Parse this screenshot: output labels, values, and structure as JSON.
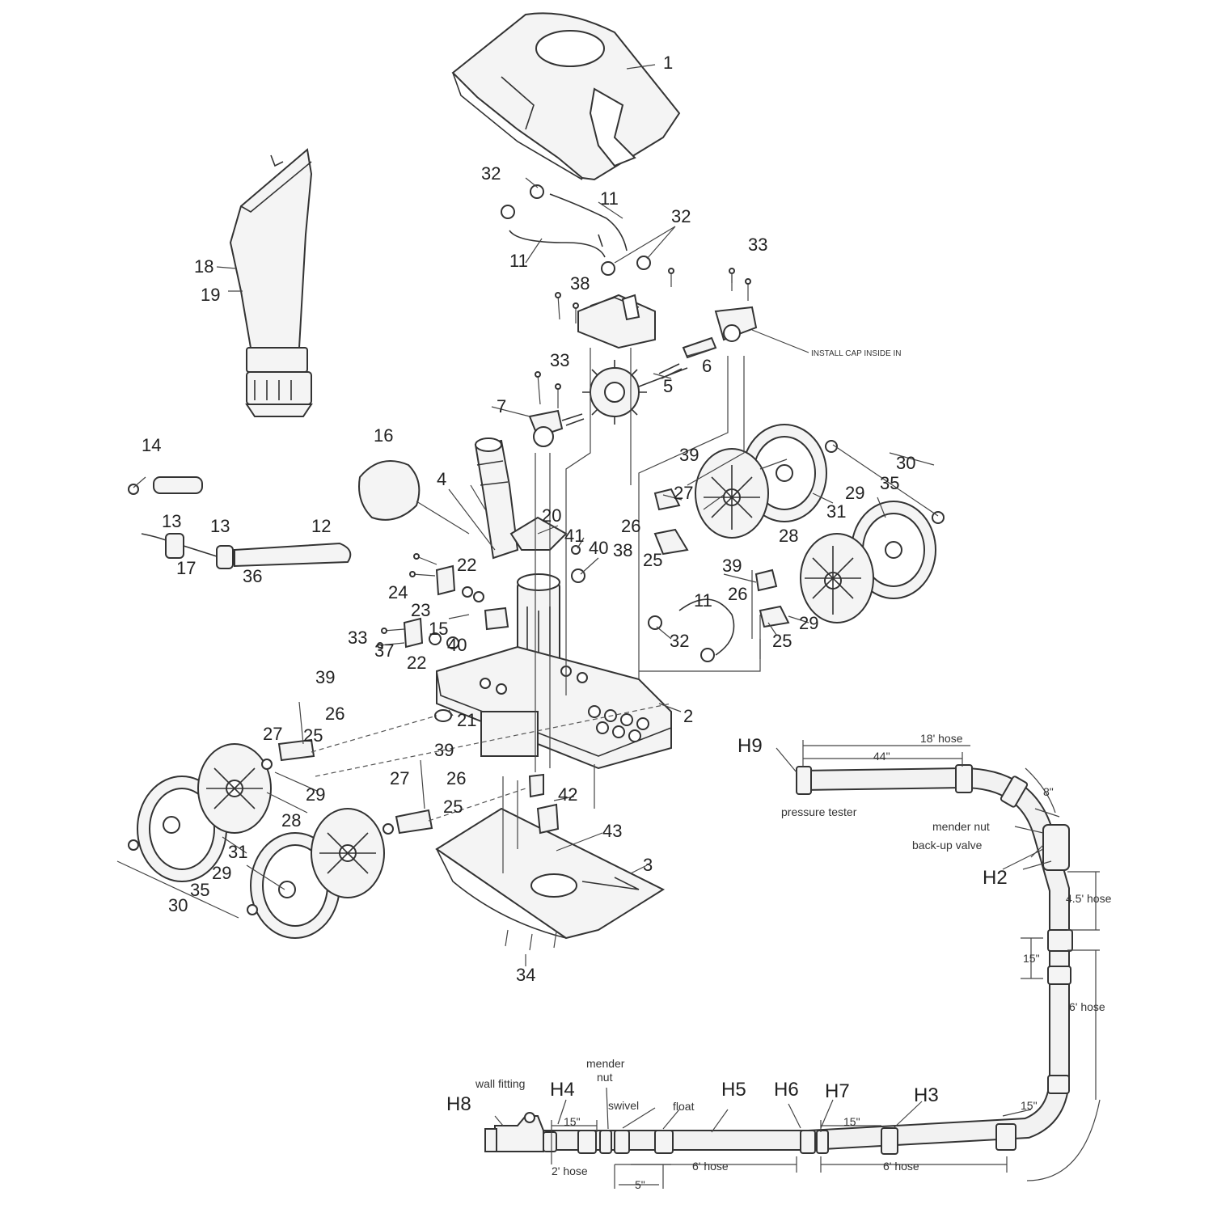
{
  "part_labels": [
    {
      "id": "p1",
      "text": "1"
    },
    {
      "id": "p2",
      "text": "2"
    },
    {
      "id": "p3",
      "text": "3"
    },
    {
      "id": "p4",
      "text": "4"
    },
    {
      "id": "p5",
      "text": "5"
    },
    {
      "id": "p6",
      "text": "6"
    },
    {
      "id": "p7",
      "text": "7"
    },
    {
      "id": "p11a",
      "text": "11"
    },
    {
      "id": "p11b",
      "text": "11"
    },
    {
      "id": "p11c",
      "text": "11"
    },
    {
      "id": "p12",
      "text": "12"
    },
    {
      "id": "p13a",
      "text": "13"
    },
    {
      "id": "p13b",
      "text": "13"
    },
    {
      "id": "p14",
      "text": "14"
    },
    {
      "id": "p15",
      "text": "15"
    },
    {
      "id": "p16",
      "text": "16"
    },
    {
      "id": "p17",
      "text": "17"
    },
    {
      "id": "p18",
      "text": "18"
    },
    {
      "id": "p19",
      "text": "19"
    },
    {
      "id": "p20",
      "text": "20"
    },
    {
      "id": "p21",
      "text": "21"
    },
    {
      "id": "p22a",
      "text": "22"
    },
    {
      "id": "p22b",
      "text": "22"
    },
    {
      "id": "p23",
      "text": "23"
    },
    {
      "id": "p24",
      "text": "24"
    },
    {
      "id": "p25a",
      "text": "25"
    },
    {
      "id": "p25b",
      "text": "25"
    },
    {
      "id": "p25c",
      "text": "25"
    },
    {
      "id": "p25d",
      "text": "25"
    },
    {
      "id": "p26a",
      "text": "26"
    },
    {
      "id": "p26b",
      "text": "26"
    },
    {
      "id": "p26c",
      "text": "26"
    },
    {
      "id": "p26d",
      "text": "26"
    },
    {
      "id": "p27a",
      "text": "27"
    },
    {
      "id": "p27b",
      "text": "27"
    },
    {
      "id": "p27c",
      "text": "27"
    },
    {
      "id": "p28a",
      "text": "28"
    },
    {
      "id": "p28b",
      "text": "28"
    },
    {
      "id": "p29a",
      "text": "29"
    },
    {
      "id": "p29b",
      "text": "29"
    },
    {
      "id": "p29c",
      "text": "29"
    },
    {
      "id": "p29d",
      "text": "29"
    },
    {
      "id": "p30a",
      "text": "30"
    },
    {
      "id": "p30b",
      "text": "30"
    },
    {
      "id": "p31a",
      "text": "31"
    },
    {
      "id": "p31b",
      "text": "31"
    },
    {
      "id": "p32a",
      "text": "32"
    },
    {
      "id": "p32b",
      "text": "32"
    },
    {
      "id": "p32c",
      "text": "32"
    },
    {
      "id": "p33a",
      "text": "33"
    },
    {
      "id": "p33b",
      "text": "33"
    },
    {
      "id": "p33c",
      "text": "33"
    },
    {
      "id": "p34",
      "text": "34"
    },
    {
      "id": "p35a",
      "text": "35"
    },
    {
      "id": "p35b",
      "text": "35"
    },
    {
      "id": "p36",
      "text": "36"
    },
    {
      "id": "p37",
      "text": "37"
    },
    {
      "id": "p38a",
      "text": "38"
    },
    {
      "id": "p38b",
      "text": "38"
    },
    {
      "id": "p39a",
      "text": "39"
    },
    {
      "id": "p39b",
      "text": "39"
    },
    {
      "id": "p39c",
      "text": "39"
    },
    {
      "id": "p39d",
      "text": "39"
    },
    {
      "id": "p40a",
      "text": "40"
    },
    {
      "id": "p40b",
      "text": "40"
    },
    {
      "id": "p41",
      "text": "41"
    },
    {
      "id": "p42",
      "text": "42"
    },
    {
      "id": "p43",
      "text": "43"
    }
  ],
  "install_note": "INSTALL CAP INSIDE IN",
  "hose_labels": {
    "h2": "H2",
    "h3": "H3",
    "h4": "H4",
    "h5": "H5",
    "h6": "H6",
    "h7": "H7",
    "h8": "H8",
    "h9": "H9"
  },
  "callouts": {
    "pressure_tester": "pressure tester",
    "mender_nut": "mender nut",
    "back_up_valve": "back-up valve",
    "wall_fitting": "wall fitting",
    "mender_nut_line1": "mender",
    "mender_nut_line2": "nut",
    "swivel": "swivel",
    "float": "float"
  },
  "dimensions": {
    "d18_hose": "18' hose",
    "d44": "44\"",
    "d8": "8\"",
    "d45_hose": "4.5' hose",
    "d15_a": "15\"",
    "d6_hose_a": "6' hose",
    "d15_b": "15\"",
    "d15_c": "15\"",
    "d15_d": "15\"",
    "d2_hose": "2' hose",
    "d6_hose_b": "6' hose",
    "d5": "5\"",
    "d6_hose_c": "6' hose"
  }
}
